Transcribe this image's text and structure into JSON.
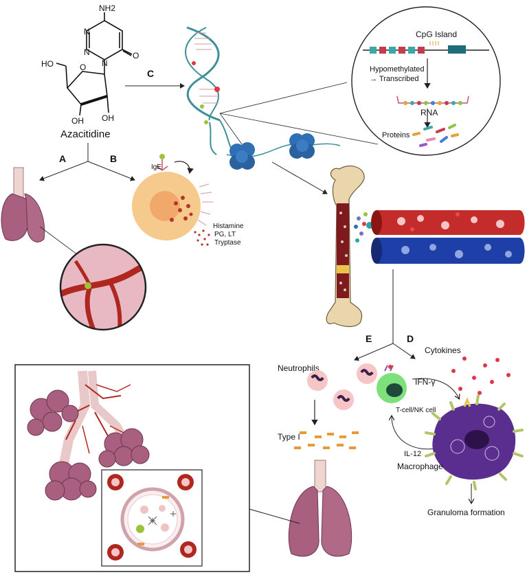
{
  "molecule": {
    "amine": "NH2",
    "n1": "N",
    "n2": "N",
    "n3": "N",
    "oxo": "O",
    "ho_top": "HO",
    "oh_left": "OH",
    "oh_right": "OH",
    "ring_o": "O",
    "name": "Azacitidine"
  },
  "pathway_labels": {
    "a": "A",
    "b": "B",
    "c": "C",
    "d": "D",
    "e": "E"
  },
  "epigenetics": {
    "cpg": "CpG Island",
    "hypomethylated": "Hypomethylated",
    "transcribed": "→ Transcribed",
    "rna": "RNA",
    "proteins": "Proteins"
  },
  "mast_cell": {
    "ige": "IgE",
    "mediators": [
      "Histamine",
      "PG, LT",
      "Tryptase"
    ]
  },
  "immune": {
    "neutrophils": "Neutrophils",
    "type_i": "Type I",
    "cytokines": "Cytokines",
    "ifn": "IFN-γ",
    "tcell": "T-cell/NK cell",
    "il12": "IL-12",
    "macrophage": "Macrophage",
    "granuloma": "Granuloma formation"
  },
  "colors": {
    "lung": "#a95f7f",
    "vessel": "#b0271f",
    "dna": "#3d8f97",
    "histone": "#2f6fb3",
    "mast_cell": "#f6c98d",
    "bone": "#e9d6ad",
    "marrow": "#7e1a1f",
    "red_vessel": "#c42b2b",
    "blue_vessel": "#1f3fa8",
    "neutrophil": "#f6c6c6",
    "tcell": "#7ee07a",
    "macrophage": "#5a2e8f",
    "cytokine": "#e0364a"
  }
}
